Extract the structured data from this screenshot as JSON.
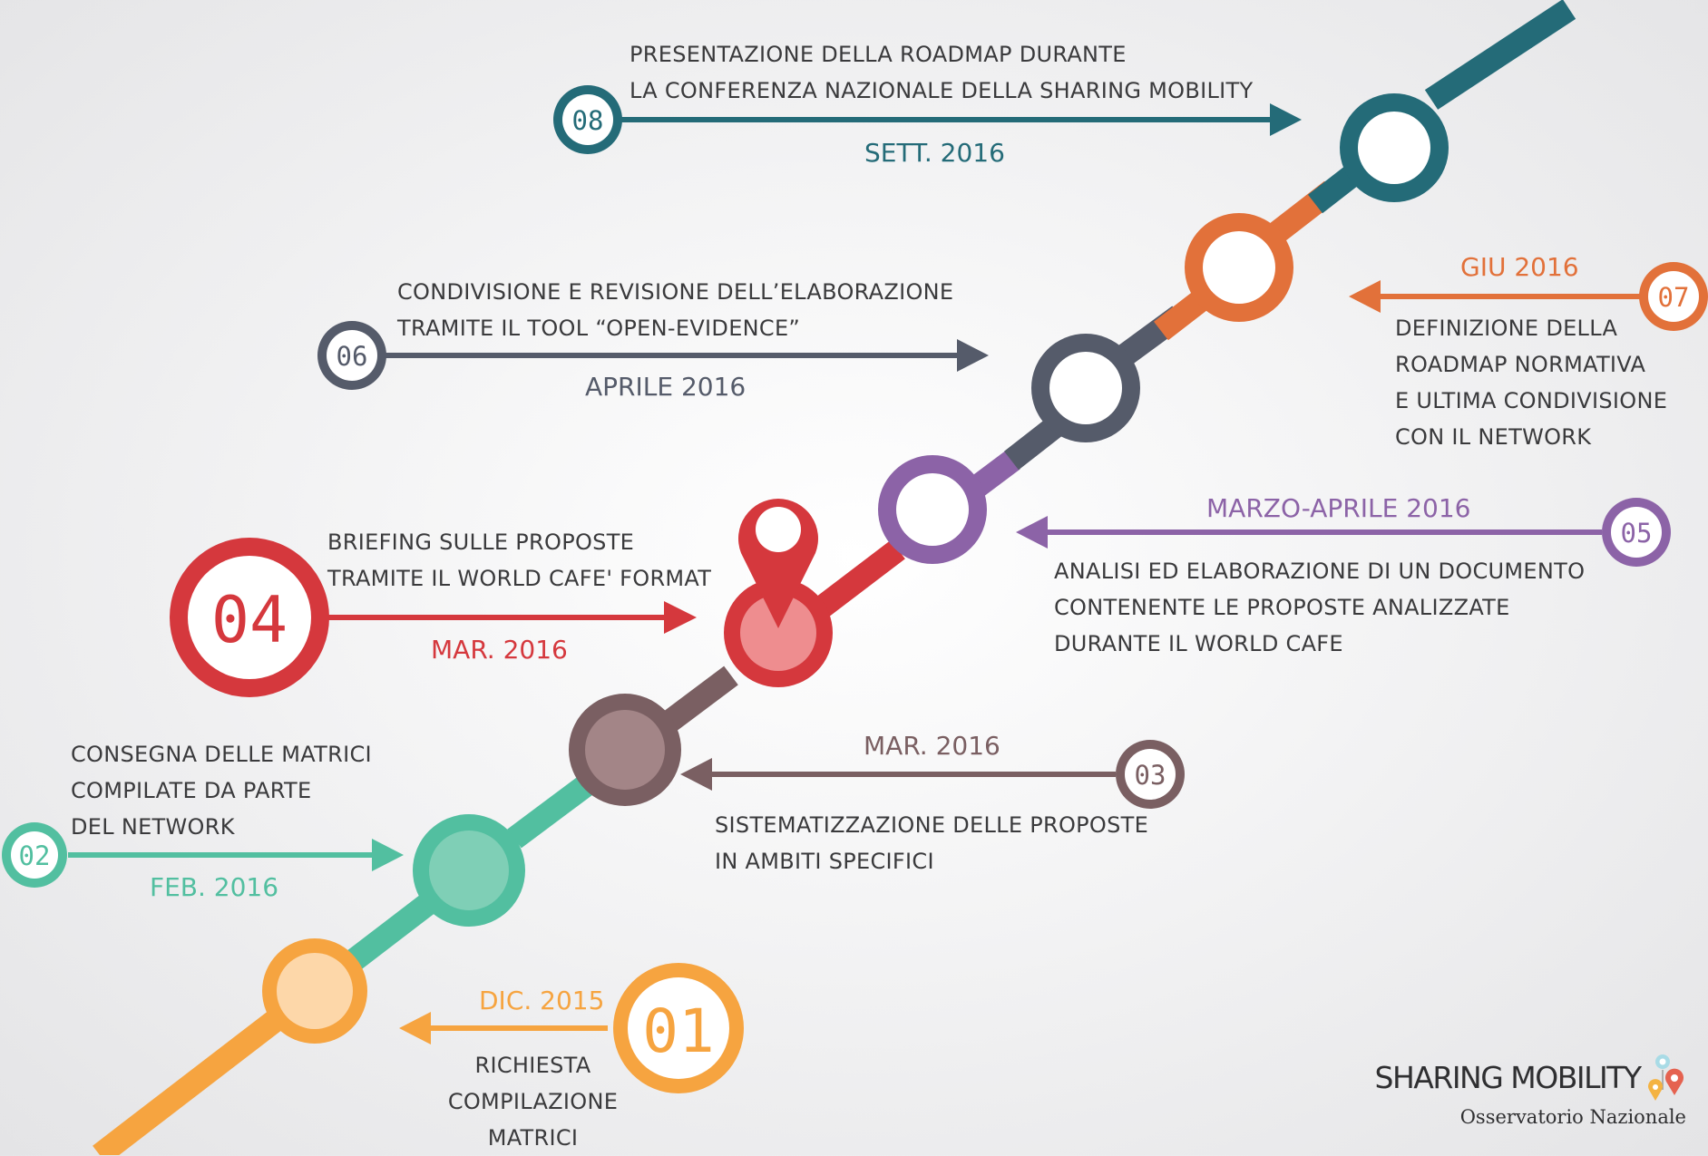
{
  "steps": [
    {
      "number": "01",
      "date": "DIC. 2015",
      "lines": [
        "RICHIESTA",
        "COMPILAZIONE",
        "MATRICI"
      ],
      "color": "#f6a440"
    },
    {
      "number": "02",
      "date": "FEB. 2016",
      "lines": [
        "CONSEGNA DELLE MATRICI",
        "COMPILATE DA PARTE",
        "DEL NETWORK"
      ],
      "color": "#52bfa0"
    },
    {
      "number": "03",
      "date": "MAR. 2016",
      "lines": [
        "SISTEMATIZZAZIONE DELLE PROPOSTE",
        "IN AMBITI SPECIFICI"
      ],
      "color": "#7a5f62"
    },
    {
      "number": "04",
      "date": "MAR. 2016",
      "lines": [
        "BRIEFING SULLE PROPOSTE",
        "TRAMITE IL WORLD CAFE' FORMAT"
      ],
      "color": "#d5383d"
    },
    {
      "number": "05",
      "date": "MARZO-APRILE 2016",
      "lines": [
        "ANALISI ED ELABORAZIONE DI UN DOCUMENTO",
        "CONTENENTE LE PROPOSTE ANALIZZATE",
        "DURANTE IL WORLD CAFE"
      ],
      "color": "#8c63a7"
    },
    {
      "number": "06",
      "date": "APRILE 2016",
      "lines": [
        "CONDIVISIONE E REVISIONE DELL’ELABORAZIONE",
        "TRAMITE IL TOOL “OPEN-EVIDENCE”"
      ],
      "color": "#555b6a"
    },
    {
      "number": "07",
      "date": "GIU 2016",
      "lines": [
        "DEFINIZIONE DELLA",
        "ROADMAP NORMATIVA",
        "E ULTIMA CONDIVISIONE",
        "CON IL NETWORK"
      ],
      "color": "#e2713a"
    },
    {
      "number": "08",
      "date": "SETT. 2016",
      "lines": [
        "PRESENTAZIONE DELLA ROADMAP  DURANTE",
        "LA CONFERENZA NAZIONALE DELLA SHARING MOBILITY"
      ],
      "color": "#246b78"
    }
  ],
  "brand": {
    "title": "SHARING MOBILITY",
    "subtitle": "Osservatorio Nazionale"
  },
  "icons": {
    "marker": "map-pin-icon",
    "brand_logo": "balloon-pins-icon"
  }
}
